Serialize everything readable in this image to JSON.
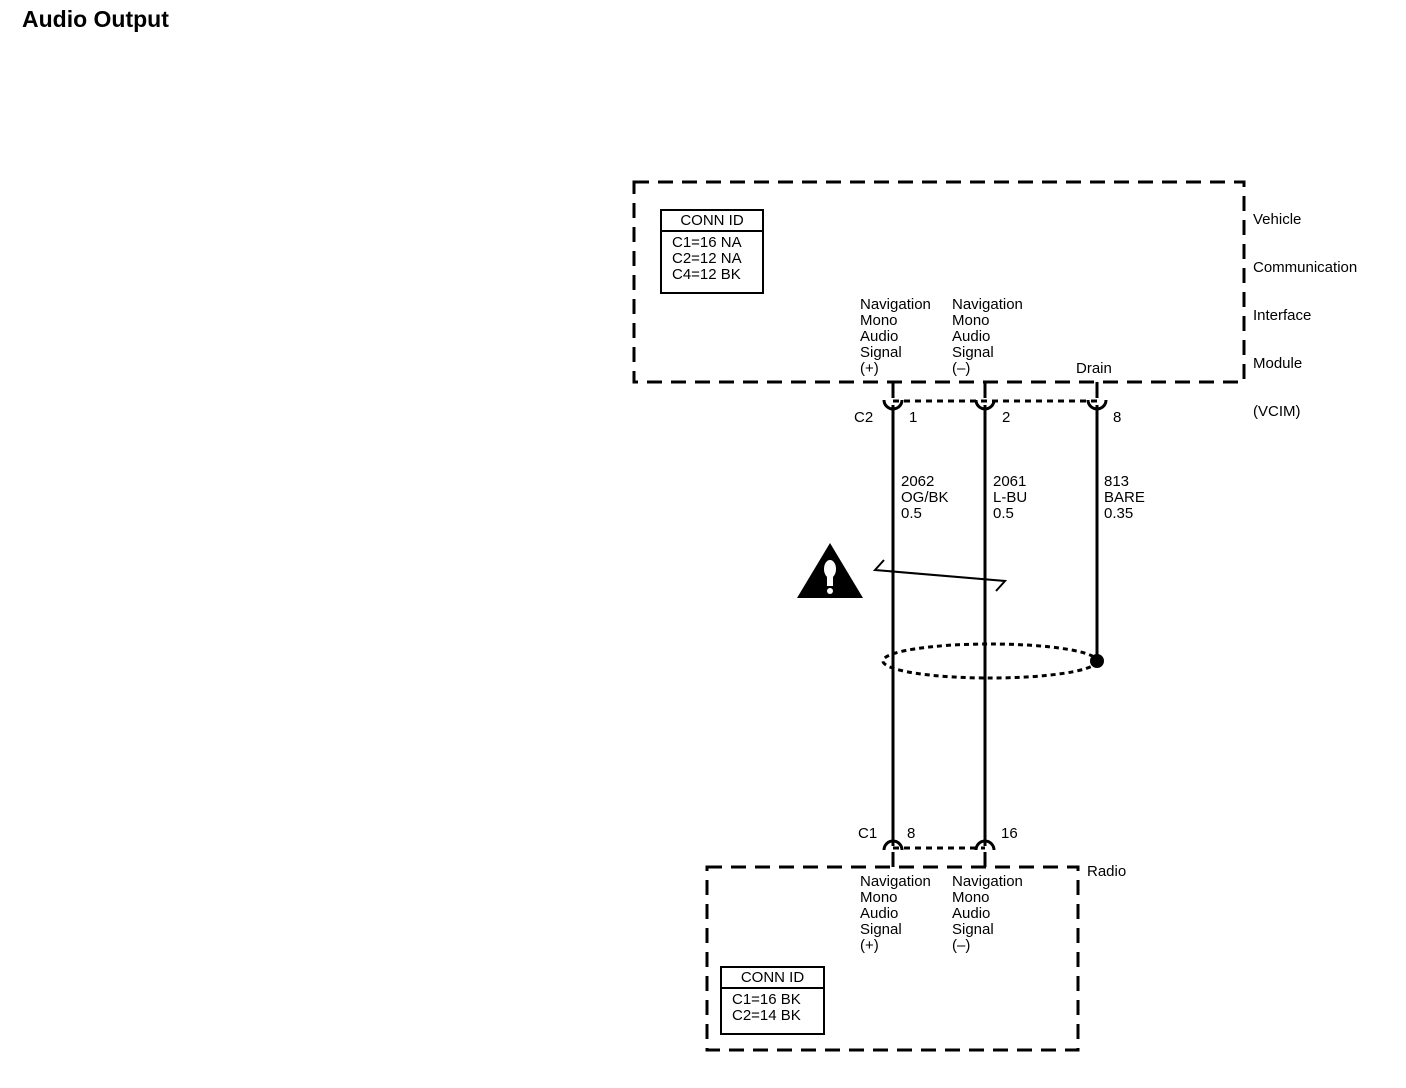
{
  "page": {
    "title": "Audio Output"
  },
  "vcim": {
    "name_lines": [
      "Vehicle",
      "Communication",
      "Interface",
      "Module",
      "(VCIM)"
    ],
    "conn_id": {
      "header": "CONN ID",
      "lines": [
        "C1=16 NA",
        "C2=12 NA",
        "C4=12 BK"
      ]
    },
    "pins": [
      {
        "label": "Navigation\nMono\nAudio\nSignal\n(+)"
      },
      {
        "label": "Navigation\nMono\nAudio\nSignal\n(–)"
      },
      {
        "label": "Drain"
      }
    ],
    "connector": "C2",
    "terminals": [
      "1",
      "2",
      "8"
    ]
  },
  "wires": [
    {
      "circuit": "2062",
      "color": "OG/BK",
      "gauge": "0.5"
    },
    {
      "circuit": "2061",
      "color": "L-BU",
      "gauge": "0.5"
    },
    {
      "circuit": "813",
      "color": "BARE",
      "gauge": "0.35"
    }
  ],
  "radio": {
    "name": "Radio",
    "conn_id": {
      "header": "CONN ID",
      "lines": [
        "C1=16 BK",
        "C2=14 BK"
      ]
    },
    "pins": [
      {
        "label": "Navigation\nMono\nAudio\nSignal\n(+)"
      },
      {
        "label": "Navigation\nMono\nAudio\nSignal\n(–)"
      }
    ],
    "connector": "C1",
    "terminals": [
      "8",
      "16"
    ]
  },
  "icons": {
    "twisted_pair": "twisted-pair-symbol",
    "caution": "caution-triangle-icon",
    "shield": "shield-ellipse"
  }
}
